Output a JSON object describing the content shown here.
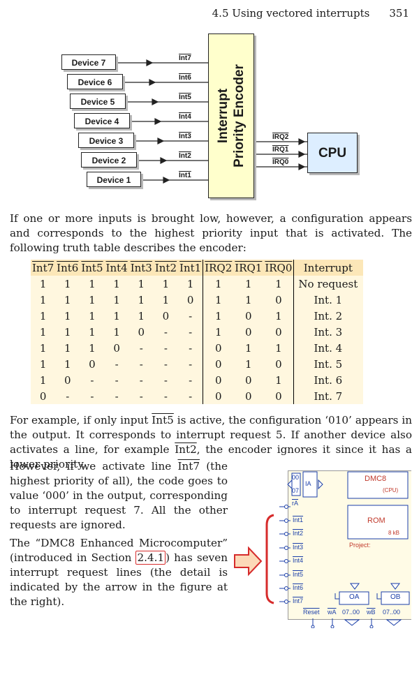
{
  "header": {
    "section": "4.5 Using vectored interrupts",
    "page": "351"
  },
  "diagram": {
    "devices": [
      "Device 7",
      "Device 6",
      "Device 5",
      "Device 4",
      "Device 3",
      "Device 2",
      "Device 1"
    ],
    "int_lines": [
      "Int7",
      "Int6",
      "Int5",
      "Int4",
      "Int3",
      "Int2",
      "Int1"
    ],
    "encoder_line1": "Interrupt",
    "encoder_line2": "Priority Encoder",
    "irq_lines": [
      "IRQ2",
      "IRQ1",
      "IRQ0"
    ],
    "cpu": "CPU"
  },
  "paragraph1": "If one or more inputs is brought low, however, a configuration appears and corresponds to the highest priority input that is activated. The following truth table describes the encoder:",
  "table": {
    "headers": [
      "Int7",
      "Int6",
      "Int5",
      "Int4",
      "Int3",
      "Int2",
      "Int1",
      "IRQ2",
      "IRQ1",
      "IRQ0",
      "Interrupt"
    ],
    "rows": [
      [
        "1",
        "1",
        "1",
        "1",
        "1",
        "1",
        "1",
        "1",
        "1",
        "1",
        "No request"
      ],
      [
        "1",
        "1",
        "1",
        "1",
        "1",
        "1",
        "0",
        "1",
        "1",
        "0",
        "Int. 1"
      ],
      [
        "1",
        "1",
        "1",
        "1",
        "1",
        "0",
        "-",
        "1",
        "0",
        "1",
        "Int. 2"
      ],
      [
        "1",
        "1",
        "1",
        "1",
        "0",
        "-",
        "-",
        "1",
        "0",
        "0",
        "Int. 3"
      ],
      [
        "1",
        "1",
        "1",
        "0",
        "-",
        "-",
        "-",
        "0",
        "1",
        "1",
        "Int. 4"
      ],
      [
        "1",
        "1",
        "0",
        "-",
        "-",
        "-",
        "-",
        "0",
        "1",
        "0",
        "Int. 5"
      ],
      [
        "1",
        "0",
        "-",
        "-",
        "-",
        "-",
        "-",
        "0",
        "0",
        "1",
        "Int. 6"
      ],
      [
        "0",
        "-",
        "-",
        "-",
        "-",
        "-",
        "-",
        "0",
        "0",
        "0",
        "Int. 7"
      ]
    ]
  },
  "paragraph2": {
    "p1": "For example, if only input ",
    "sig1": "Int5",
    "p2": " is active, the configuration ‘010’ appears in the output. It corresponds to interrupt request 5. If another device also activates a line, for example ",
    "sig2": "Int2",
    "p3": ", the encoder ignores it since it has a lower priority."
  },
  "paragraph3": {
    "p1": "However, if we activate line ",
    "sig": "Int7",
    "p2": " (the highest priority of all), the code goes to value ‘000’ in the output, corresponding to interrupt request 7. All the other requests are ignored."
  },
  "paragraph4": {
    "p1": "The “DMC8 Enhanced Microcomputer” (introduced in Section ",
    "ref": "2.4.1",
    "p2": ") has seven interrupt request lines (the detail is indicated by the arrow in the figure at the right)."
  },
  "micro": {
    "dmc8": "DMC8",
    "cpu": "(CPU)",
    "rom": "ROM",
    "rom_size": "8 kB",
    "project": "Project:",
    "port_top": "00",
    "port_bottom": "07",
    "ia": "IA",
    "ra": "rA",
    "int_lines": [
      "Int1",
      "Int2",
      "Int3",
      "Int4",
      "Int5",
      "Int6",
      "Int7"
    ],
    "oa": "OA",
    "ob": "OB",
    "bottom_labels": [
      "Reset",
      "wA",
      "07..00",
      "wB",
      "07..00"
    ],
    "colors": {
      "red": "#d62b2b",
      "blue": "#1a3ea8",
      "arrow_fill": "#fcd9b8"
    }
  }
}
